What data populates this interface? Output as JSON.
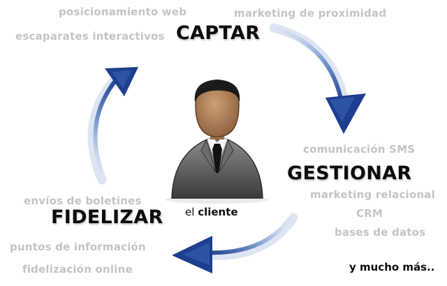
{
  "stages": {
    "captar": "CAPTAR",
    "gestionar": "GESTIONAR",
    "fidelizar": "FIDELIZAR"
  },
  "center": {
    "prefix": "el",
    "name": "cliente"
  },
  "captar_items": [
    "posicionamiento web",
    "escaparates interactivos",
    "marketing de proximidad"
  ],
  "gestionar_items": [
    "comunicación SMS",
    "marketing relacional",
    "CRM",
    "bases de datos"
  ],
  "fidelizar_items": [
    "envíos de boletines",
    "puntos de información",
    "fidelización online"
  ],
  "footer": "y mucho más..",
  "colors": {
    "arrow": "#1c3f8f",
    "arrow_light": "#9fb6dc",
    "grey_text": "#c4c4c4",
    "stage_text": "#0c0c0c",
    "suit": "#5a5a5a",
    "skin": "#b3865c"
  }
}
